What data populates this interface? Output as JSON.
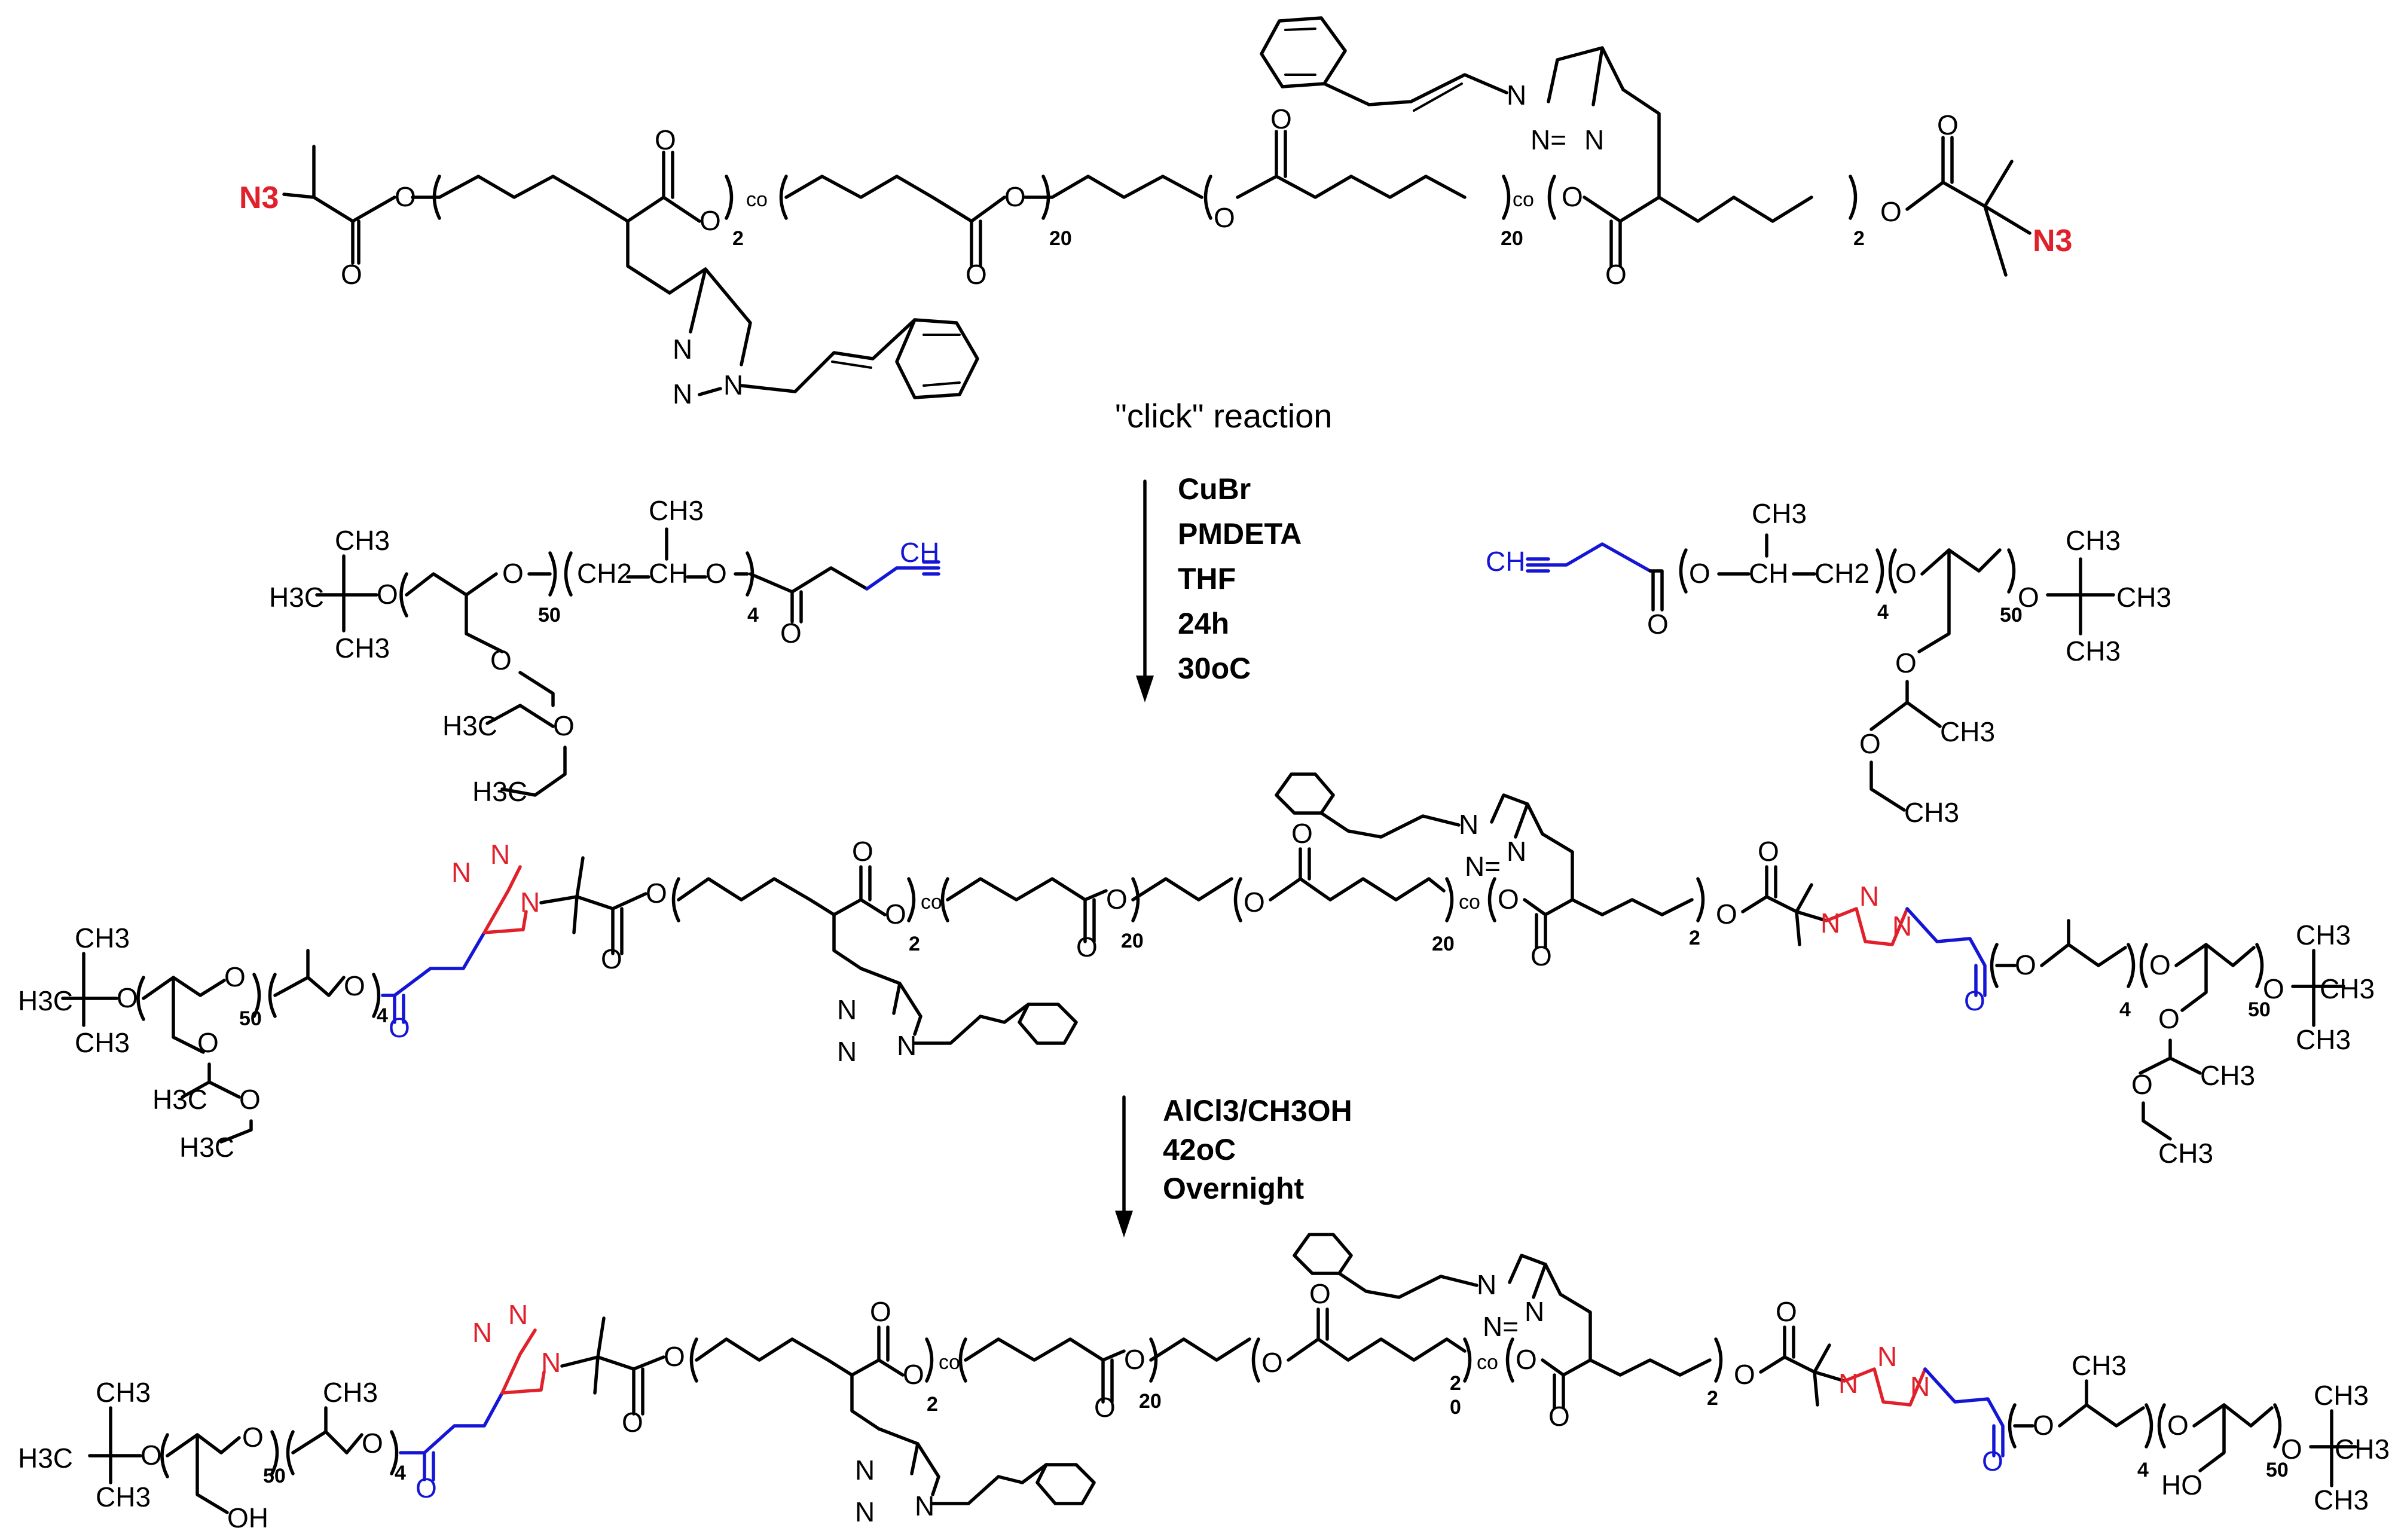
{
  "reaction_1": {
    "label": "\"click\" reaction",
    "conditions": [
      "CuBr",
      "PMDETA",
      "THF",
      "24h",
      "30oC"
    ]
  },
  "reaction_2": {
    "conditions": [
      "AlCl3/CH3OH",
      "42oC",
      "Overnight"
    ]
  },
  "labels": {
    "n3": "N3",
    "o": "O",
    "n": "N",
    "n_eq": "N=",
    "co": "co",
    "ch3": "CH3",
    "h3c": "H3C",
    "ch2": "CH2",
    "ch": "CH",
    "ch_alkyne": "CH",
    "oh": "OH",
    "ho": "HO",
    "sub_2": "2",
    "sub_4": "4",
    "sub_20": "20",
    "sub_0": "0",
    "sub_50": "50"
  },
  "colors": {
    "bond": "#000000",
    "azide": "#e0202a",
    "triazole": "#e0202a",
    "alkyne_linker": "#1515d6"
  }
}
